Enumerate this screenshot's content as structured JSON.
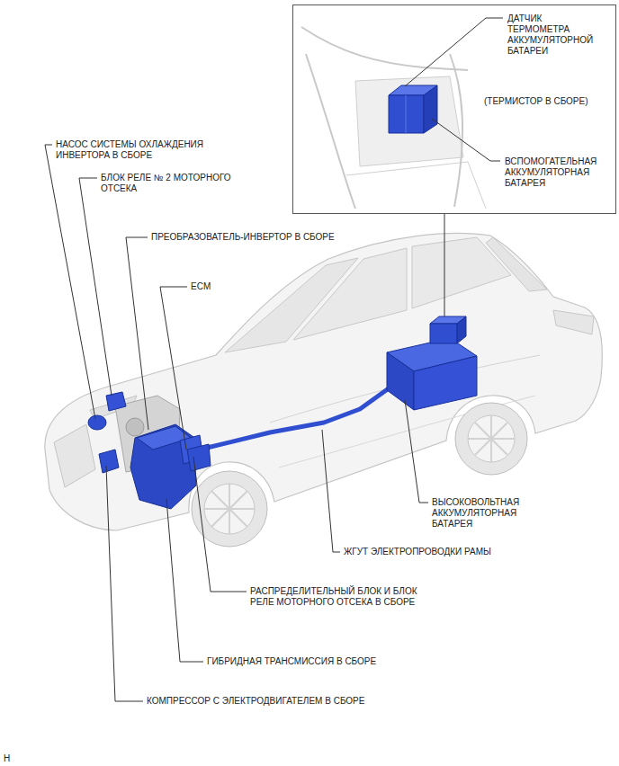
{
  "diagram": {
    "nodes": [
      {
        "text": [
          "ДАТЧИК ТЕРМОМЕТРА АККУМУЛЯТОРНОЙ БАТАРЕИ",
          "(ТЕРМИСТОР В СБОРЕ)",
          "ВСПОМОГАТЕЛЬНАЯ АККУМУЛЯТОРНАЯ БАТАРЕЯ"
        ]
      }
    ],
    "labels": [
      "НАСОС СИСТЕМЫ ОХЛАЖДЕНИЯ ИНВЕРТОРА В СБОРЕ",
      "БЛОК РЕЛЕ № 2 МОТОРНОГО ОТСЕКА",
      "ПРЕОБРАЗОВАТЕЛЬ-ИНВЕРТОР В СБОРЕ",
      "ECM",
      "ВЫСОКОВОЛЬТНАЯ АККУМУЛЯТОРНАЯ БАТАРЕЯ",
      "ЖГУТ ЭЛЕКТРОПРОВОДКИ РАМЫ",
      "РАСПРЕДЕЛИТЕЛЬНЫЙ БЛОК И БЛОК РЕЛЕ МОТОРНОГО ОТСЕКА В СБОРЕ",
      "ГИБРИДНАЯ ТРАНСМИССИЯ В СБОРЕ",
      "КОМПРЕССОР С ЭЛЕКТРОДВИГАТЕЛЕМ В СБОРЕ",
      "H"
    ]
  }
}
